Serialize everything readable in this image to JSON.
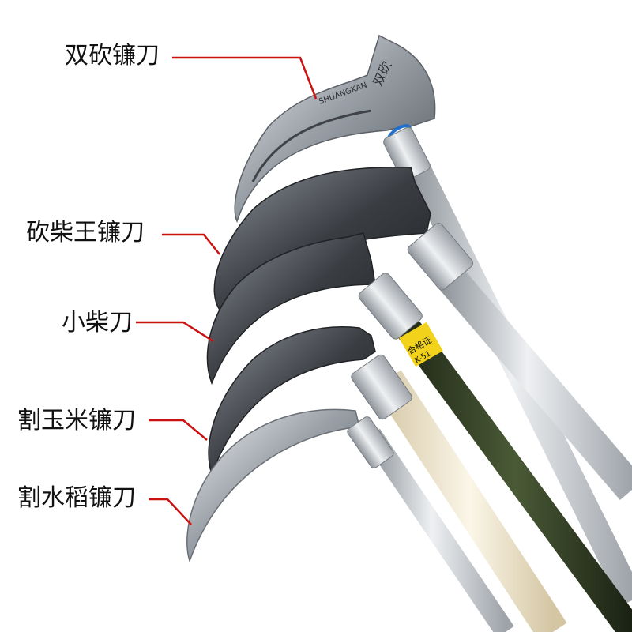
{
  "labels": [
    {
      "id": "shuang-kan",
      "text": "双砍镰刀"
    },
    {
      "id": "kan-chai-wang",
      "text": "砍柴王镰刀"
    },
    {
      "id": "xiao-chai",
      "text": "小柴刀"
    },
    {
      "id": "ge-yumi",
      "text": "割玉米镰刀"
    },
    {
      "id": "ge-shuidao",
      "text": "割水稻镰刀"
    }
  ],
  "blade_engravings": {
    "shuang_kan_brand": "SHUANGKAN",
    "shuang_kan_chars": "双砍",
    "xiao_chai_tag": "合格证",
    "xiao_chai_model": "K-51"
  },
  "colors": {
    "leader_line": "#cc1111",
    "steel": "#8e9299",
    "dark_blade": "#3a3d42",
    "aluminum_pole": "#c9cdd1",
    "green_pole": "#2f3b22",
    "wood_pole": "#efe6cf",
    "background": "#ffffff"
  }
}
